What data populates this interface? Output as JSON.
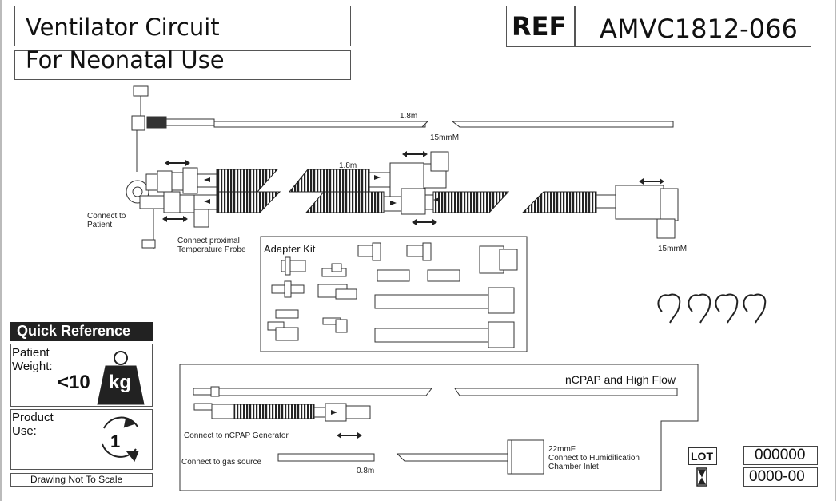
{
  "header": {
    "title_line1": "Ventilator Circuit",
    "title_line2": "For Neonatal Use",
    "ref_label": "REF",
    "ref_value": "AMVC1812-066"
  },
  "main_circuit": {
    "length_top": "1.8m",
    "length_limb": "1.8m",
    "connector_top": "15mmM",
    "connector_right": "15mmM",
    "connect_to_patient": [
      "Connect to",
      "Patient"
    ],
    "connect_probe": [
      "Connect proximal",
      "Temperature Probe"
    ]
  },
  "adapter_kit": {
    "title": "Adapter Kit"
  },
  "quick_reference": {
    "title": "Quick Reference",
    "patient_weight_label": [
      "Patient",
      "Weight:"
    ],
    "weight_value": "<10",
    "weight_unit": "kg",
    "product_use_label": [
      "Product",
      "Use:"
    ],
    "product_use_icon": "single-patient-use-icon",
    "footer": "Drawing Not To Scale"
  },
  "ncpap": {
    "title": "nCPAP and High Flow",
    "connect_generator": "Connect to nCPAP Generator",
    "connect_gas": "Connect to gas source",
    "length": "0.8m",
    "connector": [
      "22mmF",
      "Connect to Humidification",
      "Chamber Inlet"
    ]
  },
  "lot": {
    "label": "LOT",
    "lot_value": "000000",
    "date_value": "0000-00",
    "hourglass_icon": "expiry-hourglass-icon"
  }
}
